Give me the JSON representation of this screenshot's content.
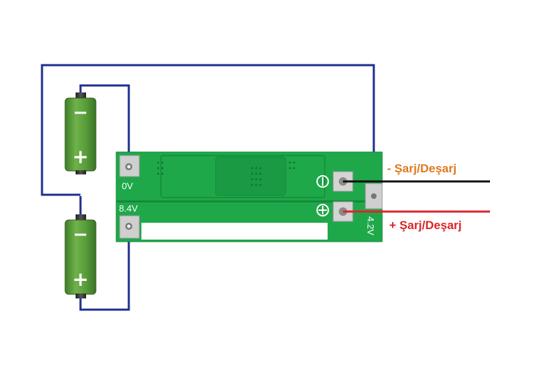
{
  "board": {
    "label_0v": "0V",
    "label_8v4": "8.4V",
    "label_4v2": "4.2V",
    "minus_symbol": "−",
    "plus_symbol": "+"
  },
  "batteries": [
    {
      "minus": "−",
      "plus": "+"
    },
    {
      "minus": "−",
      "plus": "+"
    }
  ],
  "connections": {
    "negative_label": "- Şarj/Deşarj",
    "positive_label": "+ Şarj/Deşarj"
  },
  "colors": {
    "pcb": "#1fa84a",
    "battery": "#5a9e3c",
    "wire_blue": "#1f2f8f",
    "wire_black": "#111111",
    "wire_red": "#d9262b",
    "label_orange": "#e07a1e",
    "label_red": "#d9262b"
  }
}
